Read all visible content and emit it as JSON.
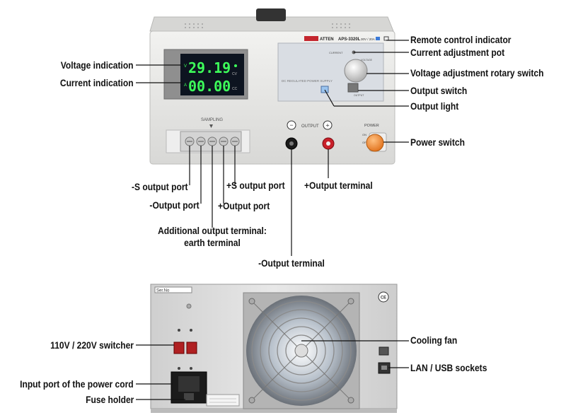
{
  "front": {
    "brand": "ATTEN",
    "model": "APS-3320L",
    "rating": "30V / 20A",
    "panel_title": "DC REGULATED POWER SUPPLY",
    "current_knob_label": "CURRENT",
    "voltage_knob_label": "VOLTAGE",
    "output_knob_label": "OUTPUT",
    "sampling_label": "SAMPLING",
    "output_label": "OUTPUT",
    "power_label": "POWER",
    "on_label": "ON",
    "off_label": "OFF",
    "minus_symbol": "−",
    "plus_symbol": "+",
    "display": {
      "volt_unit": "V",
      "volt_value": "29.19",
      "cv": "CV",
      "amp_unit": "A",
      "amp_value": "00.00",
      "cc": "CC"
    }
  },
  "back": {
    "serial_label": "Ser.No",
    "ce_mark": "CE"
  },
  "labels": {
    "remote_control_indicator": "Remote control indicator",
    "current_adjustment_pot": "Current adjustment pot",
    "voltage_adjustment_rotary_switch": "Voltage adjustment rotary switch",
    "output_switch": "Output switch",
    "output_light": "Output light",
    "power_switch": "Power switch",
    "voltage_indication": "Voltage indication",
    "current_indication": "Current indication",
    "minus_s_output_port": "-S output port",
    "minus_output_port": "-Output port",
    "plus_output_port": "+Output port",
    "plus_s_output_port": "+S output port",
    "plus_output_terminal": "+Output terminal",
    "earth_terminal_line1": "Additional output terminal:",
    "earth_terminal_line2": "earth terminal",
    "minus_output_terminal": "-Output terminal",
    "voltage_switcher": "110V / 220V switcher",
    "power_cord_port": "Input port of the power cord",
    "fuse_holder": "Fuse holder",
    "cooling_fan": "Cooling fan",
    "lan_usb_sockets": "LAN / USB sockets"
  },
  "colors": {
    "chassis": "#e4e4e2",
    "display_bg": "#0d1420",
    "display_green": "#3dff5a",
    "power_button": "#f08a2a",
    "terminal_red": "#c8202a",
    "leader_line": "#111111"
  }
}
